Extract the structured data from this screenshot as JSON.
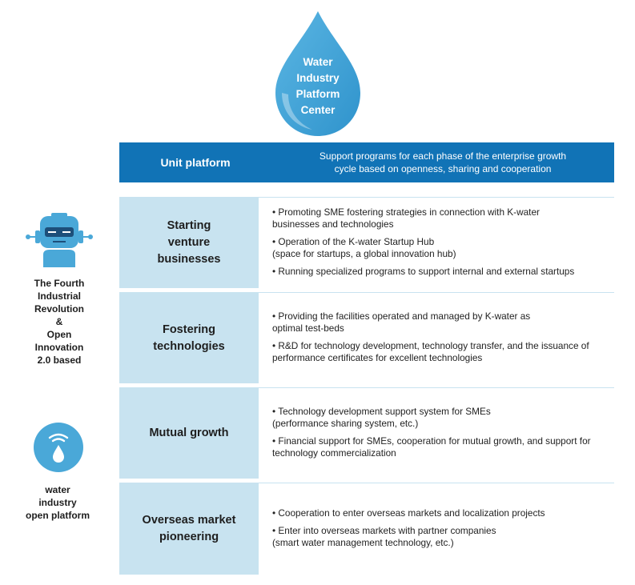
{
  "center": {
    "title": "Water\nIndustry\nPlatform\nCenter"
  },
  "header": {
    "left": "Unit platform",
    "right": "Support programs for each phase of the enterprise growth\ncycle based on openness, sharing and cooperation"
  },
  "side": {
    "top_icon": "robot-icon",
    "top_label": "The Fourth\nIndustrial\nRevolution\n&\nOpen\nInnovation\n2.0 based",
    "bottom_icon": "wifi-water-drop-icon",
    "bottom_label": "water\nindustry\nopen platform"
  },
  "rows": [
    {
      "title": "Starting\nventure\nbusinesses",
      "bullets": [
        "• Promoting SME fostering strategies in connection with K-water\n   businesses and technologies",
        "• Operation of the K-water Startup Hub\n   (space for startups, a global innovation hub)",
        "• Running specialized programs to support internal and external startups"
      ]
    },
    {
      "title": "Fostering\ntechnologies",
      "bullets": [
        "• Providing the facilities operated and managed by K-water as\n   optimal test-beds",
        "• R&D for technology development, technology transfer, and the issuance of\n   performance certificates for excellent technologies"
      ]
    },
    {
      "title": "Mutual growth",
      "bullets": [
        "• Technology development support system for SMEs\n   (performance sharing system, etc.)",
        "• Financial support for SMEs, cooperation for mutual growth, and support for\n   technology commercialization"
      ]
    },
    {
      "title": "Overseas market\npioneering",
      "bullets": [
        "• Cooperation to enter overseas markets and localization projects",
        "• Enter into overseas markets with partner companies\n   (smart water management technology, etc.)"
      ]
    }
  ],
  "colors": {
    "header_blue": "#1173b6",
    "row_fill": "#c8e3f0",
    "drop": "#4aa8d8"
  }
}
